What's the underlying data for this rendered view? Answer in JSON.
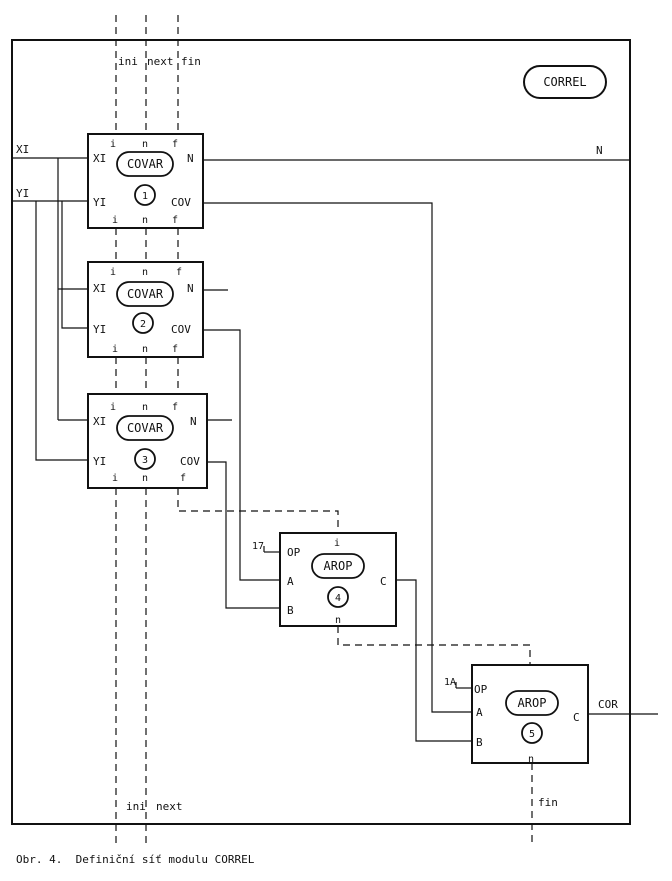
{
  "module": {
    "title": "CORREL"
  },
  "bus": {
    "ini": "ini",
    "next": "next",
    "fin": "fin"
  },
  "inputs": {
    "xi": "XI",
    "yi": "YI"
  },
  "outputs": {
    "n": "N",
    "cor": "COR"
  },
  "blocks": [
    {
      "name": "COVAR",
      "number": "1",
      "top_pins": [
        "i",
        "n",
        "f"
      ],
      "bottom_pins": [
        "i",
        "n",
        "f"
      ],
      "left_pins": [
        "XI",
        "YI"
      ],
      "right_pins": [
        "N",
        "COV"
      ]
    },
    {
      "name": "COVAR",
      "number": "2",
      "top_pins": [
        "i",
        "n",
        "f"
      ],
      "bottom_pins": [
        "i",
        "n",
        "f"
      ],
      "left_pins": [
        "XI",
        "YI"
      ],
      "right_pins": [
        "N",
        "COV"
      ]
    },
    {
      "name": "COVAR",
      "number": "3",
      "top_pins": [
        "i",
        "n",
        "f"
      ],
      "bottom_pins": [
        "i",
        "n",
        "f"
      ],
      "left_pins": [
        "XI",
        "YI"
      ],
      "right_pins": [
        "N",
        "COV"
      ]
    },
    {
      "name": "AROP",
      "number": "4",
      "top_pins": [
        "i"
      ],
      "bottom_pins": [
        "n"
      ],
      "left_pins": [
        "OP",
        "A",
        "B"
      ],
      "right_pins": [
        "C"
      ],
      "op_value": "17"
    },
    {
      "name": "AROP",
      "number": "5",
      "top_pins": [],
      "bottom_pins": [
        "n"
      ],
      "left_pins": [
        "OP",
        "A",
        "B"
      ],
      "right_pins": [
        "C"
      ],
      "op_value": "1A"
    }
  ],
  "bottom_bus": {
    "ini": "ini",
    "next": "next",
    "fin": "fin"
  },
  "caption": "Obr. 4.  Definiční síť modulu CORREL"
}
